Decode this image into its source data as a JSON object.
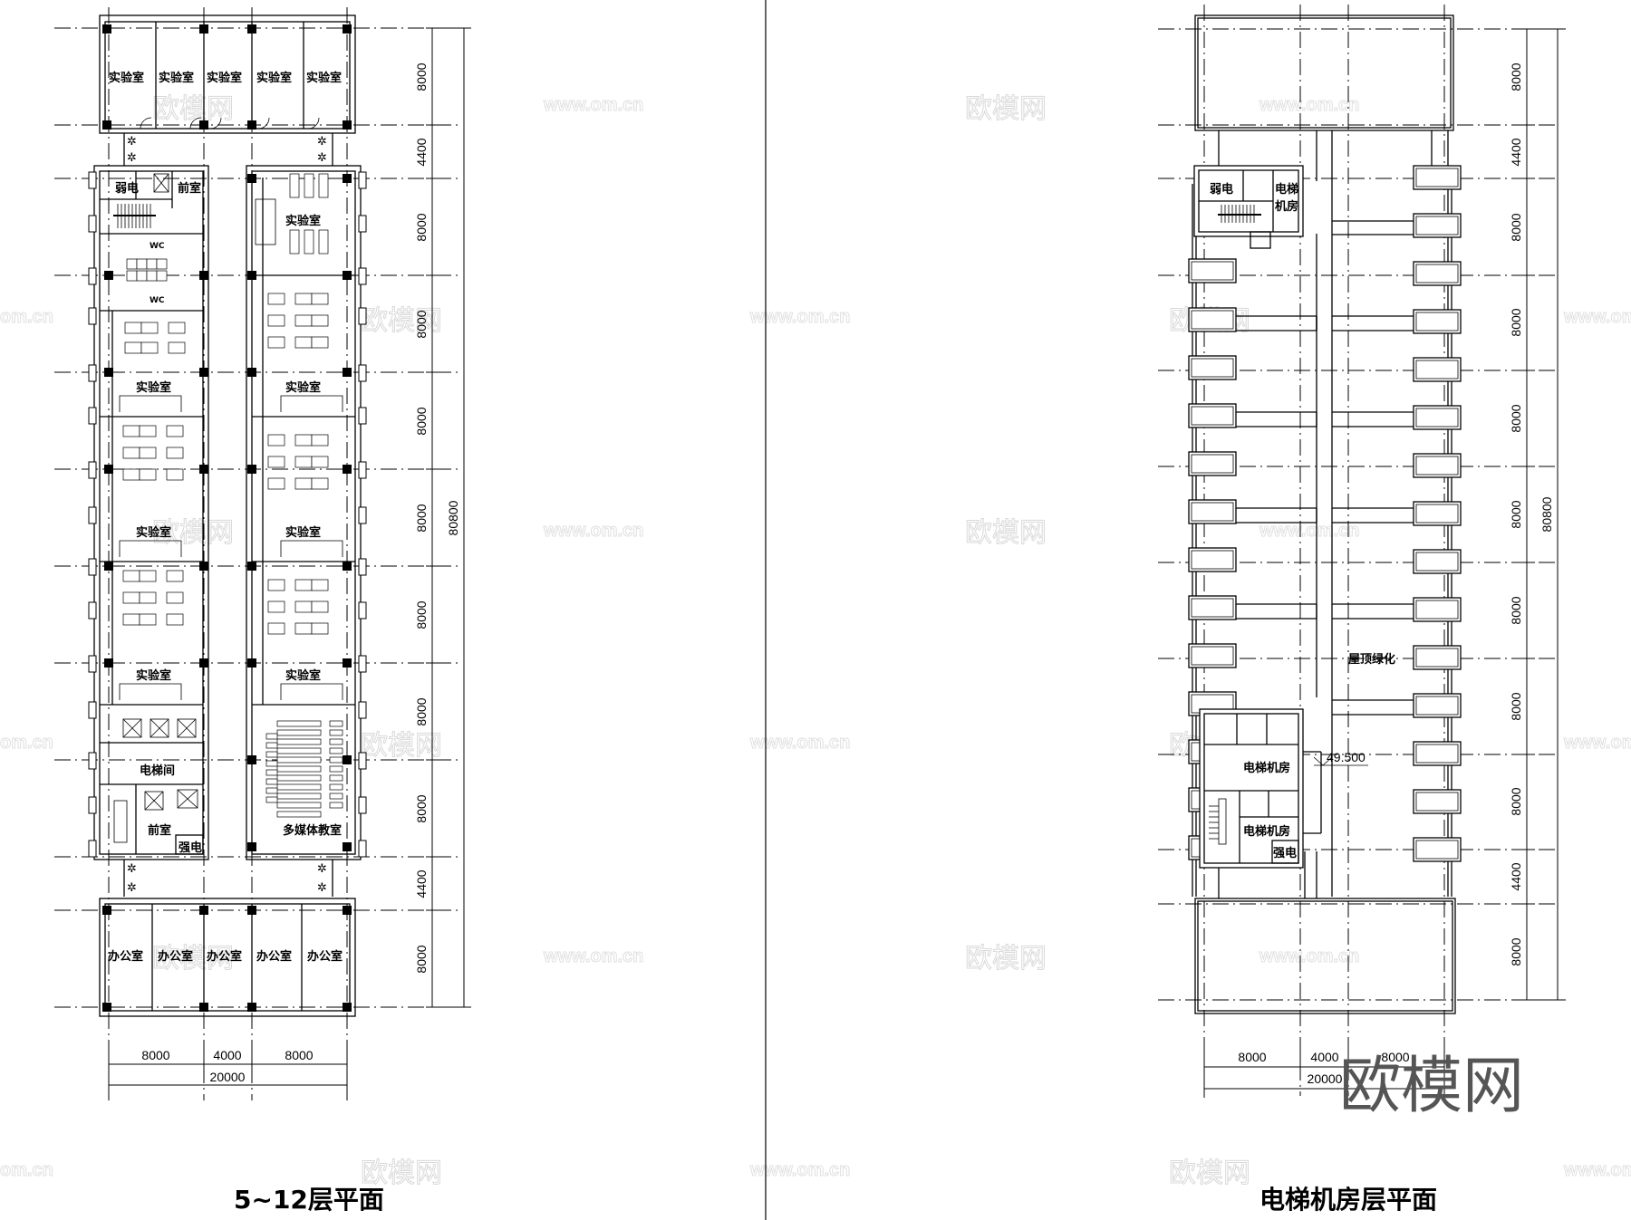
{
  "drawing": {
    "left_plan": {
      "title": "5~12层平面",
      "rooms": {
        "top_labs": [
          "实验室",
          "实验室",
          "实验室",
          "实验室",
          "实验室"
        ],
        "weak_power": "弱电",
        "anteroom_top": "前室",
        "wc_upper": "WC",
        "wc_lower": "WC",
        "lab_right_1": "实验室",
        "lab_left_2": "实验室",
        "lab_right_2": "实验室",
        "lab_left_3": "实验室",
        "lab_right_3": "实验室",
        "lab_left_4": "实验室",
        "lab_right_4": "实验室",
        "elevator_hall": "电梯间",
        "anteroom_bottom": "前室",
        "strong_power": "强电",
        "multimedia": "多媒体教室",
        "bottom_offices": [
          "办公室",
          "办公室",
          "办公室",
          "办公室",
          "办公室"
        ]
      },
      "dims_vertical": [
        "8000",
        "4400",
        "8000",
        "8000",
        "8000",
        "8000",
        "8000",
        "8000",
        "8000",
        "4400",
        "8000"
      ],
      "dim_total_vertical": "80800",
      "dims_horizontal": [
        "8000",
        "4000",
        "8000"
      ],
      "dim_total_horizontal": "20000"
    },
    "right_plan": {
      "title": "电梯机房层平面",
      "rooms": {
        "weak_power": "弱电",
        "machine_room_top_l1": "电梯",
        "machine_room_top_l2": "机房",
        "roof_garden": "屋顶绿化",
        "machine_room_1": "电梯机房",
        "machine_room_2": "电梯机房",
        "strong_power": "强电"
      },
      "elevation": "49.500",
      "dims_vertical": [
        "8000",
        "4400",
        "8000",
        "8000",
        "8000",
        "8000",
        "8000",
        "8000",
        "8000",
        "4400",
        "8000"
      ],
      "dim_total_vertical": "80800",
      "dims_horizontal": [
        "8000",
        "4000",
        "8000"
      ],
      "dim_total_horizontal": "20000"
    }
  },
  "watermarks": {
    "logo": "欧模网",
    "url": "www.om.cn",
    "url_partial": "om.cn"
  }
}
